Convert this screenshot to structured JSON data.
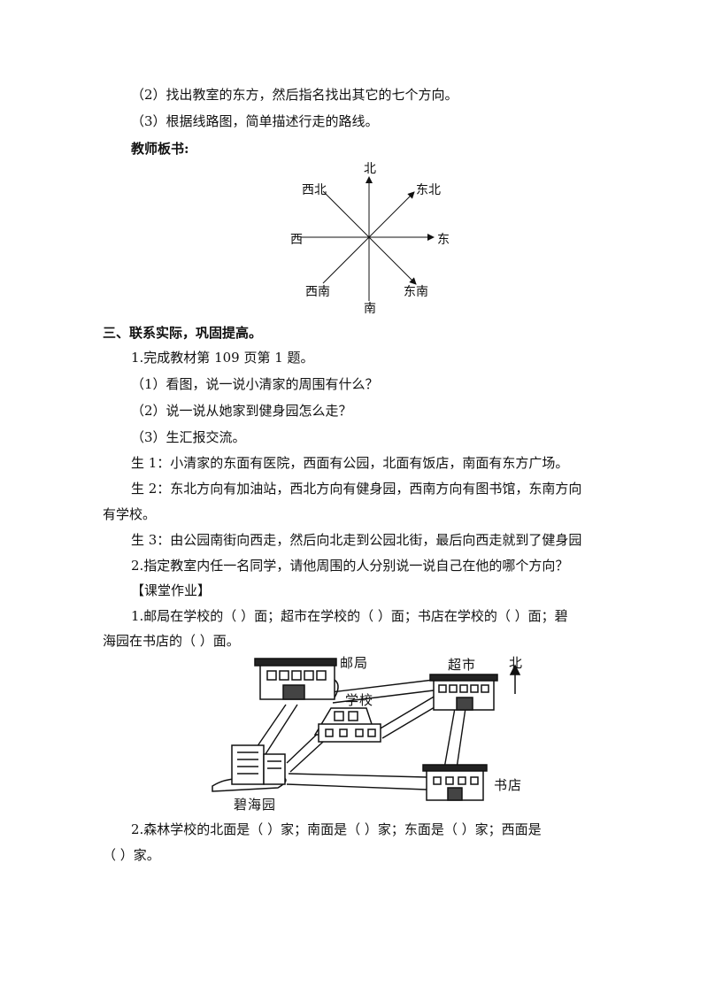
{
  "intro_steps": [
    "（2）找出教室的东方，然后指名找出其它的七个方向。",
    "（3）根据线路图，简单描述行走的路线。"
  ],
  "board_title": "教师板书:",
  "compass": {
    "north": "北",
    "northeast": "东北",
    "east": "东",
    "southeast": "东南",
    "south": "南",
    "southwest": "西南",
    "west": "西",
    "northwest": "西北"
  },
  "section3_title": "三、联系实际，巩固提高。",
  "section3_lines": [
    "1.完成教材第 109 页第 1 题。",
    "（1）看图，说一说小清家的周围有什么？",
    "（2）说一说从她家到健身园怎么走？",
    "（3）生汇报交流。",
    "生 1：小清家的东面有医院，西面有公园，北面有饭店，南面有东方广场。",
    "生 2：东北方向有加油站，西北方向有健身园，西南方向有图书馆，东南方向",
    "有学校。",
    "生 3：由公园南街向西走，然后向北走到公园北街，最后向西走就到了健身园",
    "2.指定教室内任一名同学，请他周围的人分别说一说自己在他的哪个方向？"
  ],
  "homework_title": "【课堂作业】",
  "homework_q1": [
    "1.邮局在学校的（    ）面；超市在学校的（    ）面；书店在学校的（    ）面；碧",
    "海园在书店的（    ）面。"
  ],
  "map_labels": {
    "post_office": "邮局",
    "supermarket": "超市",
    "north": "北",
    "school": "学校",
    "bookstore": "书店",
    "bihaiyuan": "碧海园"
  },
  "homework_q2": [
    "2.森林学校的北面是（    ）家；南面是（    ）家；东面是（    ）家；西面是",
    "（    ）家。"
  ]
}
